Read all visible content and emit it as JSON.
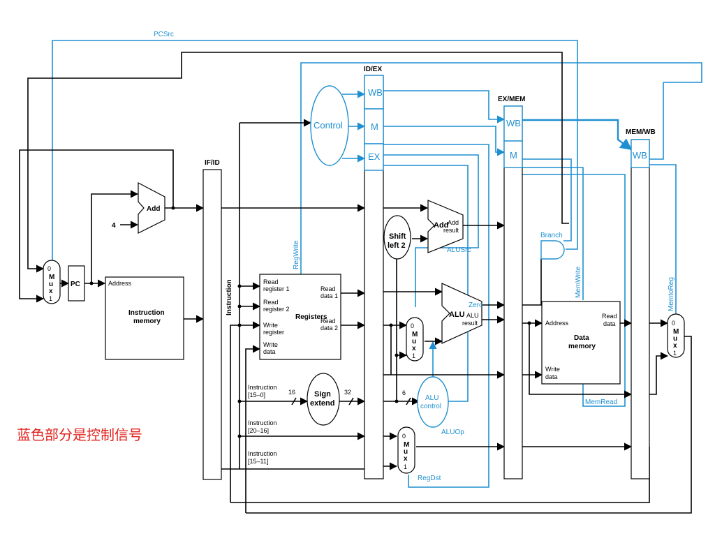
{
  "pipeline_regs": {
    "ifid": "IF/ID",
    "idex": "ID/EX",
    "exmem": "EX/MEM",
    "memwb": "MEM/WB"
  },
  "stage_fields": {
    "wb": "WB",
    "m": "M",
    "ex": "EX"
  },
  "control": {
    "label": "Control"
  },
  "pc": {
    "label": "PC"
  },
  "add_pc": {
    "label": "Add",
    "const": "4"
  },
  "instr_mem": {
    "address": "Address",
    "title1": "Instruction",
    "title2": "memory"
  },
  "regfile": {
    "read_reg1_a": "Read",
    "read_reg1_b": "register 1",
    "read_reg2_a": "Read",
    "read_reg2_b": "register 2",
    "write_reg_a": "Write",
    "write_reg_b": "register",
    "write_data_a": "Write",
    "write_data_b": "data",
    "read_data1_a": "Read",
    "read_data1_b": "data 1",
    "read_data2_a": "Read",
    "read_data2_b": "data 2",
    "name": "Registers"
  },
  "instruction_label": "Instruction",
  "sign_extend": {
    "l1": "Sign",
    "l2": "extend",
    "in_bits": "16",
    "out_bits": "32"
  },
  "instr_fields": {
    "f1a": "Instruction",
    "f1b": "[15–0]",
    "f2a": "Instruction",
    "f2b": "[20–16]",
    "f3a": "Instruction",
    "f3b": "[15–11]"
  },
  "shift": {
    "l1": "Shift",
    "l2": "left 2"
  },
  "add_branch": {
    "name": "Add",
    "r1": "Add",
    "r2": "result"
  },
  "alu": {
    "name": "ALU",
    "zero": "Zero",
    "r1": "ALU",
    "r2": "result"
  },
  "alu_control": {
    "l1": "ALU",
    "l2": "control",
    "bits": "6"
  },
  "data_mem": {
    "address": "Address",
    "read_a": "Read",
    "read_b": "data",
    "title1": "Data",
    "title2": "memory",
    "write_a": "Write",
    "write_b": "data"
  },
  "mux": {
    "zero": "0",
    "m": "M",
    "u": "u",
    "x": "x",
    "one": "1"
  },
  "signals": {
    "pcsrc": "PCSrc",
    "regwrite": "RegWrite",
    "alusrc": "ALUSrc",
    "aluop": "ALUOp",
    "regdst": "RegDst",
    "branch": "Branch",
    "memwrite": "MemWrite",
    "memread": "MemRead",
    "memtoreg": "MemtoReg"
  },
  "note": "蓝色部分是控制信号",
  "colors": {
    "control": "#1e8fd0",
    "note": "#e0201b",
    "datapath": "#000000"
  }
}
